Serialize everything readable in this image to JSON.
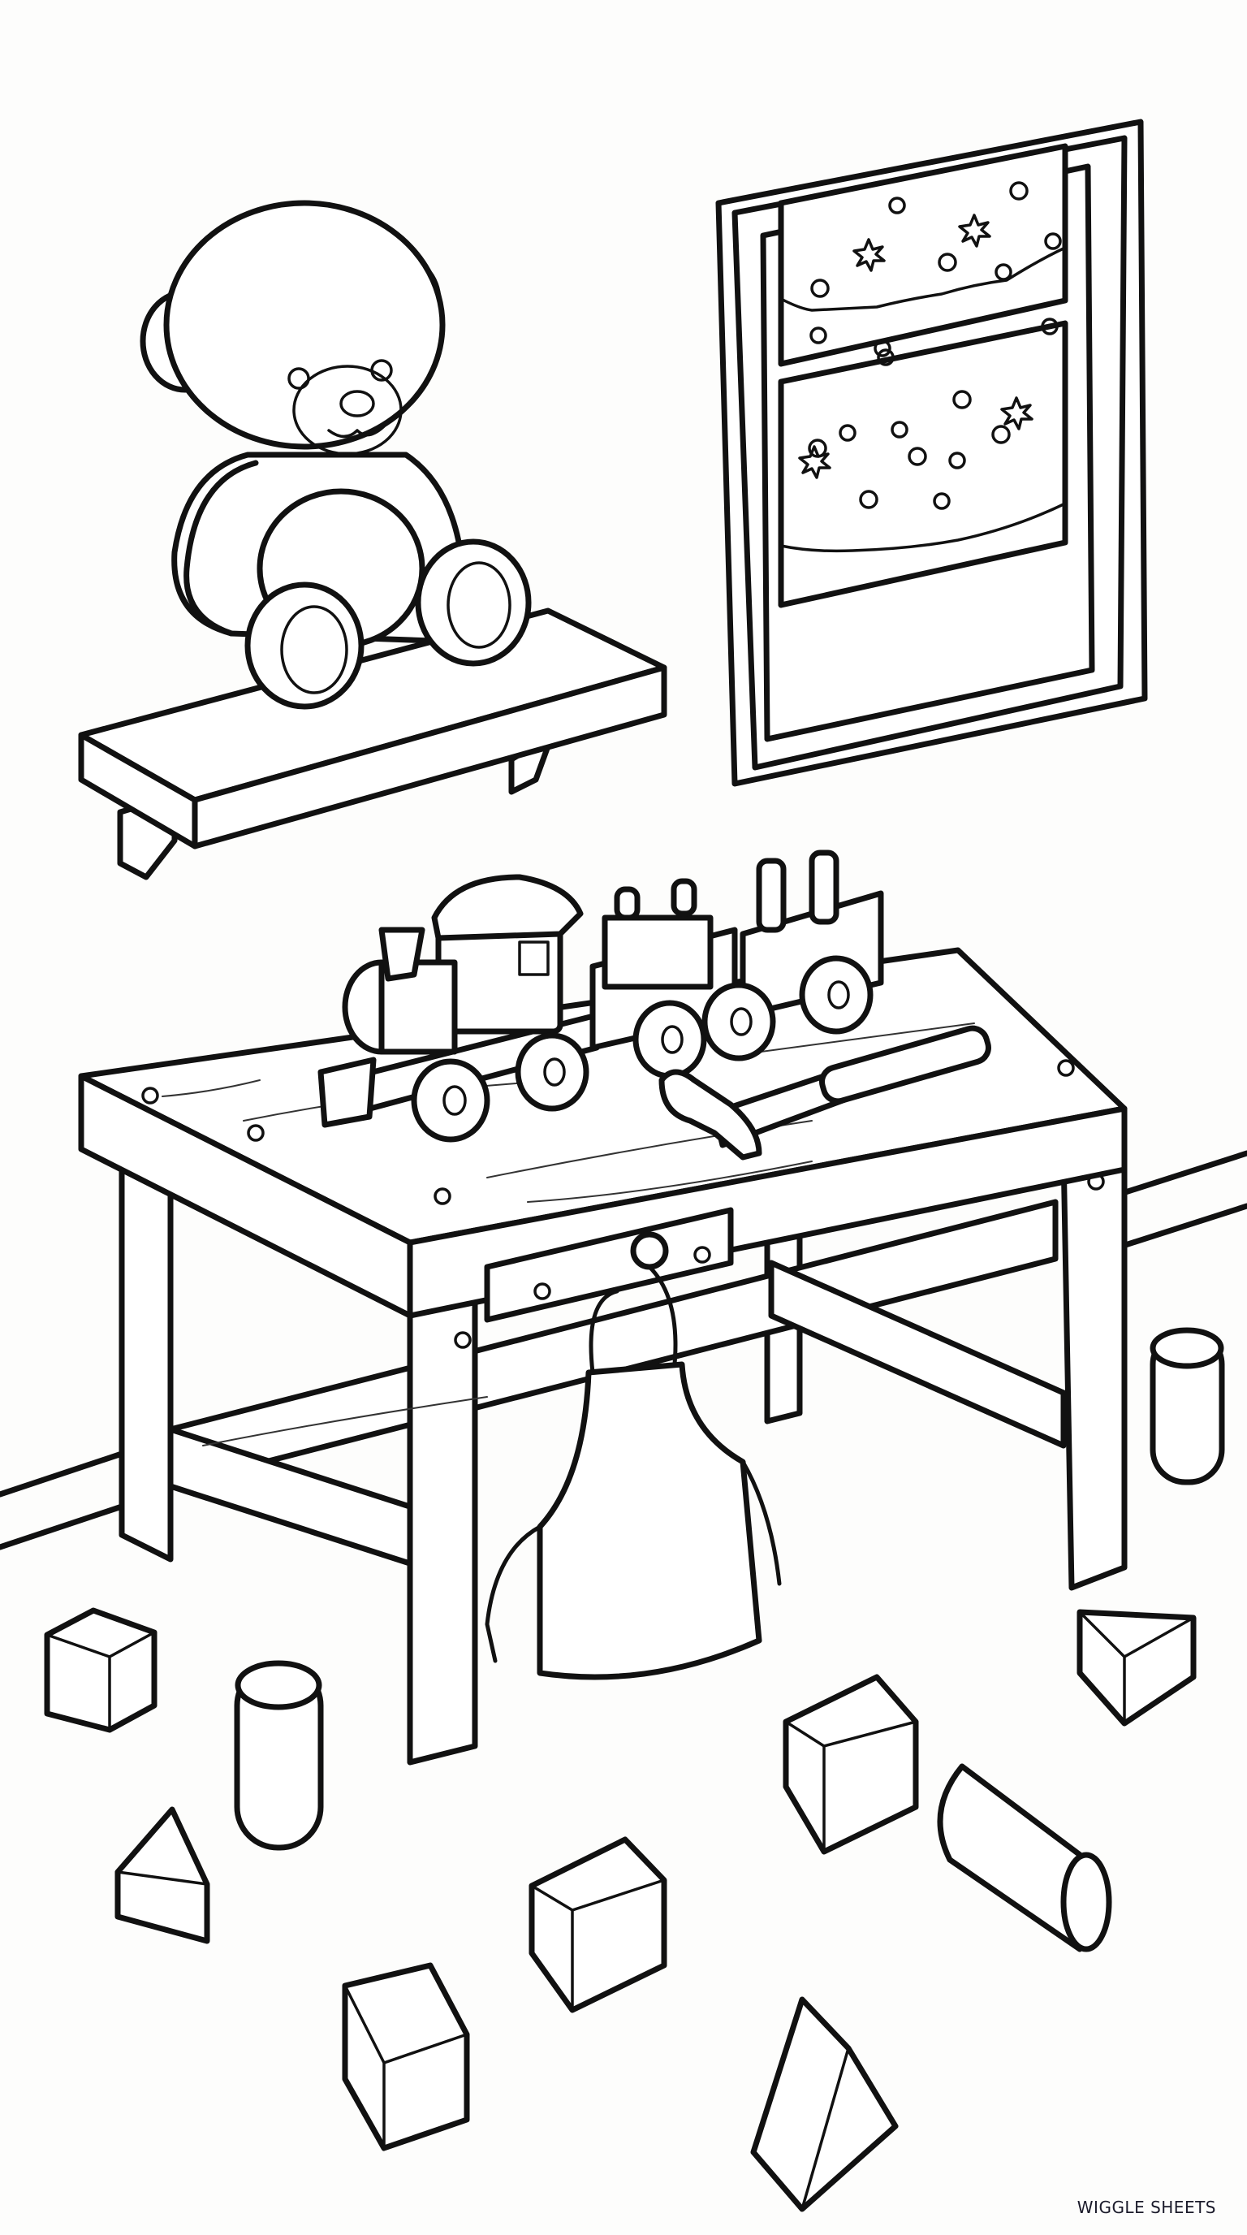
{
  "image": {
    "kind": "coloring-page",
    "subject": "Kid's toy workshop room",
    "line_color": "#111111",
    "background_color": "#fdfdfc"
  },
  "watermark": {
    "text": "WIGGLE SHEETS"
  },
  "objects": {
    "teddy_bear": "teddy bear sitting on wall shelf",
    "wall_shelf": "wooden wall shelf with two brackets",
    "window": "wooden window frame with snowy night scene, snowflakes and dots",
    "workbench": "wooden workbench with screws",
    "toy_train": "toy train with locomotive and two cars",
    "hammer": "toy hammer on workbench",
    "apron": "apron hanging on peg",
    "blocks": [
      "cube",
      "cylinder",
      "triangular prism",
      "cube",
      "cube",
      "cylinder lying",
      "triangular prism",
      "cube",
      "triangular prism",
      "standing cylinder"
    ]
  }
}
